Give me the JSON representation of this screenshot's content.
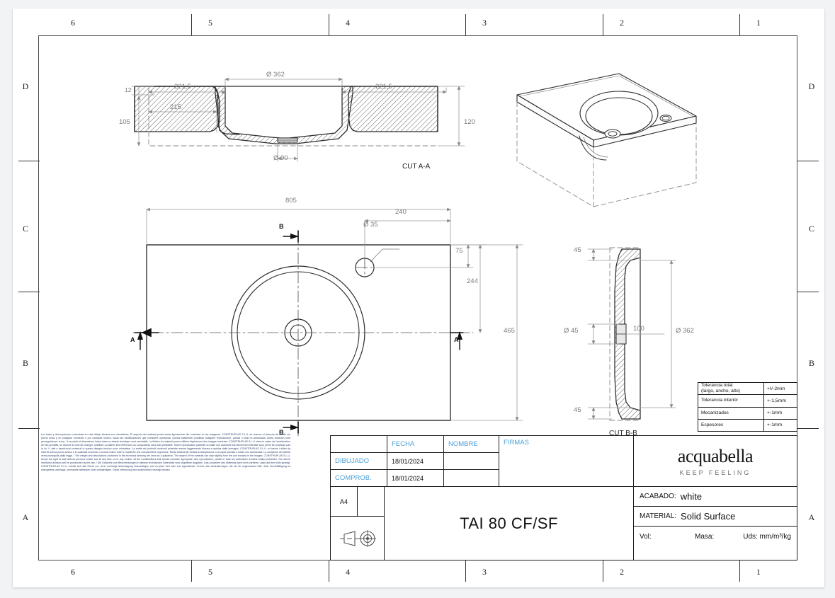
{
  "sheet": {
    "zones_top": [
      "6",
      "5",
      "4",
      "3",
      "2",
      "1"
    ],
    "zones_bottom": [
      "6",
      "5",
      "4",
      "3",
      "2",
      "1"
    ],
    "zones_left": [
      "D",
      "C",
      "B",
      "A"
    ],
    "zones_right": [
      "D",
      "C",
      "B",
      "A"
    ]
  },
  "views": {
    "section_aa": {
      "label": "CUT A-A",
      "dimensions": {
        "bowl_dia": "Ø 362",
        "left_flat": "221,5",
        "right_flat": "221,5",
        "thickness": "12",
        "inner_left": "215",
        "height_105": "105",
        "height_120": "120",
        "drain_dia": "Ø 90"
      }
    },
    "plan": {
      "dimensions": {
        "overall_width": "805",
        "tap_offset": "240",
        "tap_hole_dia": "Ø 35",
        "tap_from_top": "75",
        "depth_244": "244",
        "overall_depth": "465"
      },
      "section_marks": {
        "a_left": "A",
        "a_right": "A",
        "b_top": "B",
        "b_bottom": "B"
      }
    },
    "section_bb": {
      "label": "CUT B-B",
      "dimensions": {
        "top_45": "45",
        "bottom_45": "45",
        "inner_dia": "Ø 45",
        "depth_100": "100",
        "outer_dia": "Ø 362"
      }
    },
    "isometric": {
      "label": ""
    }
  },
  "tolerance_table": {
    "rows": [
      {
        "key_line1": "Tolerancia total",
        "key_line2": "(largo, ancho, alto)",
        "value": "+ŀ/-2mm"
      },
      {
        "key_line1": "Tolerancia interior",
        "key_line2": "",
        "value": "+-1,5mm"
      },
      {
        "key_line1": "Mecanizados",
        "key_line2": "",
        "value": "+-1mm"
      },
      {
        "key_line1": "Espesores",
        "key_line2": "",
        "value": "+-1mm"
      }
    ]
  },
  "title_block": {
    "headers": {
      "col1": "",
      "fecha": "FECHA",
      "nombre": "NOMBRE",
      "firmas": "FIRMAS"
    },
    "rows": [
      {
        "label": "DIBUJADO",
        "fecha": "18/01/2024",
        "nombre": "",
        "firmas": ""
      },
      {
        "label": "COMPROB.",
        "fecha": "18/01/2024",
        "nombre": "",
        "firmas": ""
      }
    ],
    "format": "A4",
    "drawing_title": "TAI 80 CF/SF",
    "logo": {
      "brand": "acquabella",
      "tagline": "KEEP FEELING"
    },
    "acabado_label": "ACABADO:",
    "acabado_value": "white",
    "material_label": "MATERIAL:",
    "material_value": "Solid Surface",
    "vol_label": "Vol:",
    "masa_label": "Masa:",
    "uds_label": "Uds: mm/m³/kg"
  },
  "legal_text": "Los datos y descripciones contenidas en este dibujo técnica son orientativas. El aspecto del material podrá variar ligeramente del mostrado en las imágenes. CONSTRUPLAS S.L.U. se reserva el derecho de añadir sin previo aviso y en cualquier momento o por cualquier motivo, todas las modificaciones que considere oportunas. Queda totalmente prohibido cualquier reproducción, parcial o total no autorizada. Dicha violación será perseguida por la ley. / Les poids et dimensions inclus dans ce dessin technique sont orientatifs. La finition du matériel pourra differer légèrement des images montrées. CONSTRUPLAS S.L.U. dans le cadre de l'amélioration de ses produits, se réserve le droit de changer, subtituer ou altérer ses références ou composants sans avis préalable. Toutre reproduction partielle ou totale non autorisée est strictement interdite sous peine de poursuite pas la loi. / I dati e descrizioni contenuti in questo disegno tecnico sono orientative. La realtà dei prodotti contenuti potrebbe essere leggermente diversa a quellas delle immagini. CONSTRUPLAS S.L.U. si riserva i diritto da inserire senza previo avviso e in qualsiasi momento o senza motivo tutte le modifiche che considerebbe opportune. Resta totalmente vietata la stampazione o la copia parciale o totale non autorizzata. La violazione del divieto verrà proseguita dalla legge. / The weight and descriptions contained in this technical drawing are used as a guidance. The aspect of the material can vary slightly from the one showed in the images. CONSTRUPLAS S.L.U. keeps the right to add without previous notice and at any time or for any motive, all the modifications that should consider appropiate. Any reproduction, partial or total not authorised remains totally prohibited. The above mentioed violation will be prosecuted by the law. / Die Gewichte uns Beschreibungen in diesem technischen Datenblatt sind ungefähre Angaben. Das Aussehen des Materials kann leich variieren, dass auf den bilds gezeigt. CONSTRUPLAS S.L.U. behält sich das Recht vor, ohne vorherige Ankündigung hinzuzufügen und zu jeder Zeit oder aus irgendeinem Grund, alle Veränderungen, die sie für angemessen hält. Jede Vervielfältigung ist strengstens untersagt, unerlaubte teilweisen oder vollständigen. Diese Verletzung wird strafrechtlich verfolgt werden."
}
